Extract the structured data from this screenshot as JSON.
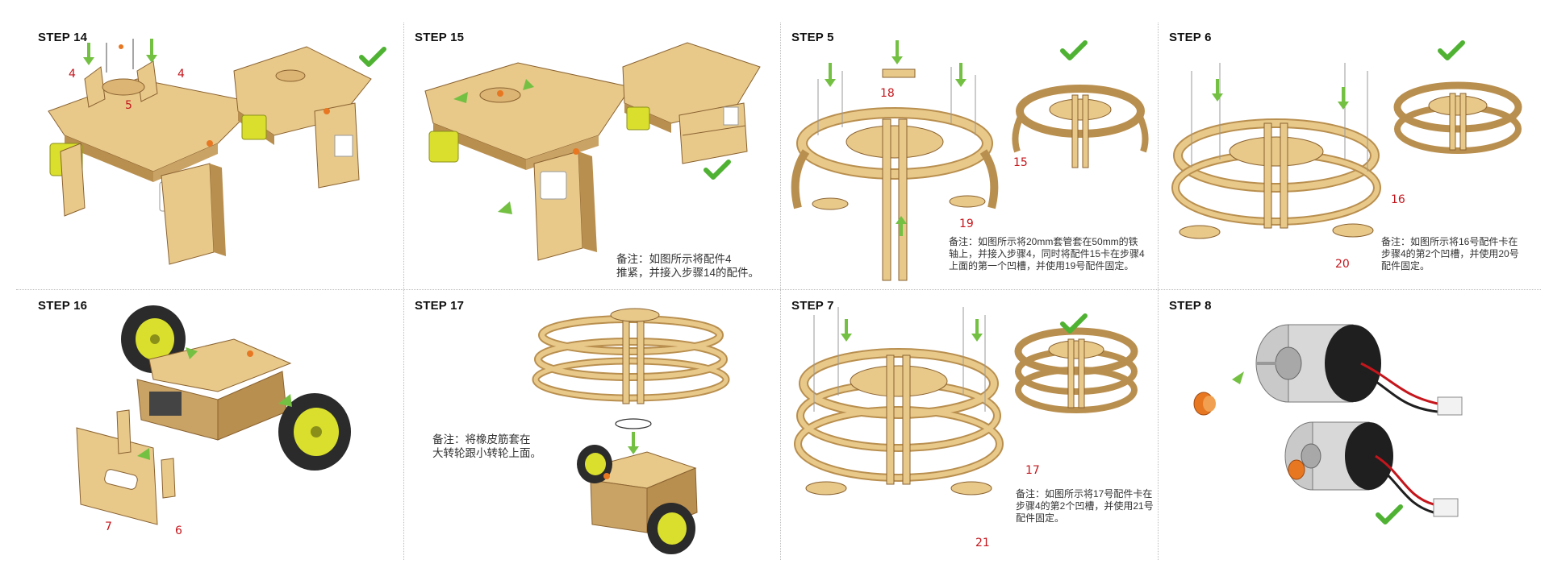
{
  "panels": [
    {
      "step": "STEP 14",
      "callouts": [
        "4",
        "4",
        "5"
      ],
      "note": ""
    },
    {
      "step": "STEP 15",
      "callouts": [],
      "note": "备注：如图所示将配件4\n推紧，并接入步骤14的配件。"
    },
    {
      "step": "STEP 5",
      "callouts": [
        "18",
        "15",
        "19"
      ],
      "note": "备注：如图所示将20mm套管套在50mm的铁\n轴上，并接入步骤4，同时将配件15卡在步骤4\n上面的第一个凹槽，并使用19号配件固定。"
    },
    {
      "step": "STEP 6",
      "callouts": [
        "16",
        "20"
      ],
      "note": "备注：如图所示将16号配件卡在\n步骤4的第2个凹槽，并使用20号\n配件固定。"
    },
    {
      "step": "STEP 16",
      "callouts": [
        "7",
        "6"
      ],
      "note": ""
    },
    {
      "step": "STEP 17",
      "callouts": [],
      "note": "备注：将橡皮筋套在\n大转轮跟小转轮上面。"
    },
    {
      "step": "STEP 7",
      "callouts": [
        "17",
        "21"
      ],
      "note": "备注：如图所示将17号配件卡在\n步骤4的第2个凹槽，并使用21号\n配件固定。"
    },
    {
      "step": "STEP 8",
      "callouts": [],
      "note": ""
    }
  ],
  "colors": {
    "wood": "#e8c98a",
    "wood_dark": "#b98f4f",
    "wood_edge": "#8a6230",
    "motor_yellow": "#d9df2c",
    "arrow_green": "#74c043",
    "check_green": "#4fb233",
    "callout_red": "#c4161c",
    "tire": "#2b2b2b",
    "metal": "#c9c9c9"
  }
}
